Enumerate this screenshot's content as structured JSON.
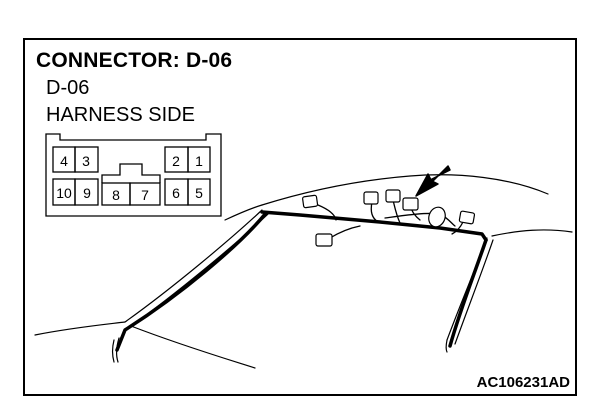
{
  "title": "CONNECTOR: D-06",
  "connector_label": "D-06",
  "side_label": "HARNESS SIDE",
  "pins": {
    "top_left": [
      "4",
      "3"
    ],
    "top_right": [
      "2",
      "1"
    ],
    "bottom": [
      "10",
      "9",
      "8",
      "7",
      "6",
      "5"
    ]
  },
  "figure_code": "AC106231AD"
}
